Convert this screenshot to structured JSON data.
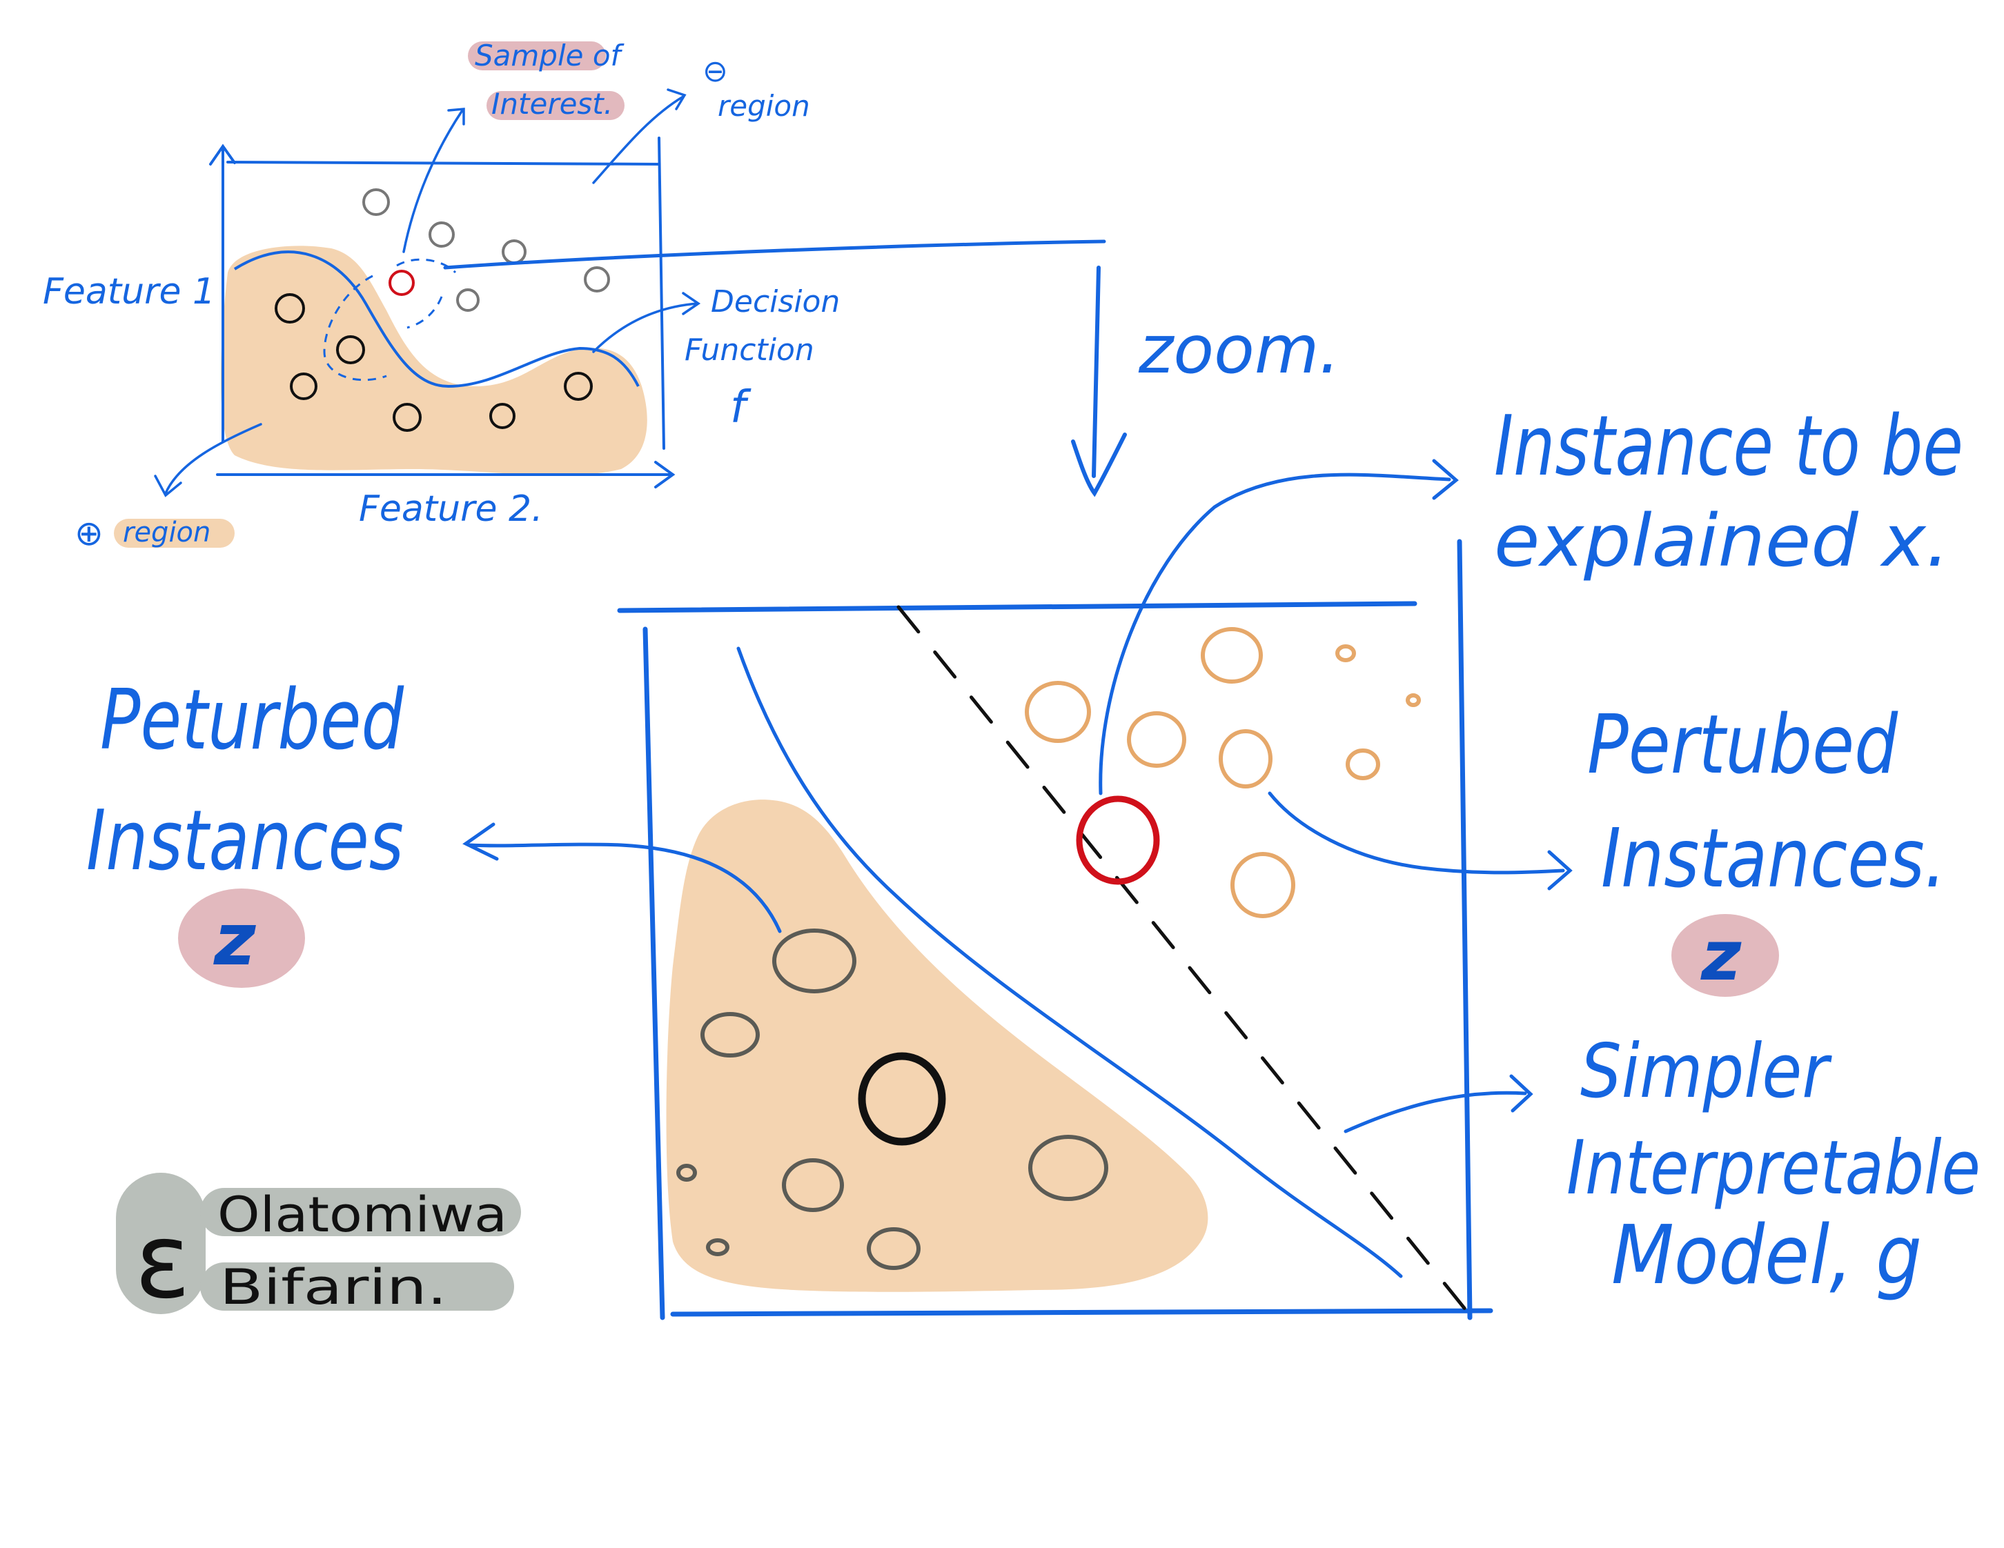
{
  "colors": {
    "ink_blue": "#1565e0",
    "dark_blue": "#0d4fbf",
    "region_fill": "#f4d4b1",
    "pink_highlight": "#e2b9be",
    "red_instance": "#d0101a",
    "orange_instance": "#e6a86a",
    "gray_badge": "#b9bfba"
  },
  "overview": {
    "sample_label_line1": "Sample of",
    "sample_label_line2": "Interest.",
    "neg_region_symbol": "⊖",
    "neg_region_label": "region",
    "pos_region_symbol": "⊕",
    "pos_region_label": "region",
    "feature1_label": "Feature 1",
    "feature2_label": "Feature 2.",
    "decision_line1": "Decision",
    "decision_line2": "Function",
    "decision_symbol": "f"
  },
  "zoom_label": "zoom.",
  "zoomed": {
    "instance_line1": "Instance to be",
    "instance_line2": "explained x.",
    "left_perturbed_line1": "Peturbed",
    "left_perturbed_line2": "Instances",
    "left_z": "z",
    "right_perturbed_line1": "Pertubed",
    "right_perturbed_line2": "Instances.",
    "right_z": "z",
    "model_line1": "Simpler",
    "model_line2": "Interpretable",
    "model_line3": "Model, g"
  },
  "signature": {
    "letter": "ε",
    "line1": "Olatomiwa",
    "line2": "Bifarin."
  }
}
